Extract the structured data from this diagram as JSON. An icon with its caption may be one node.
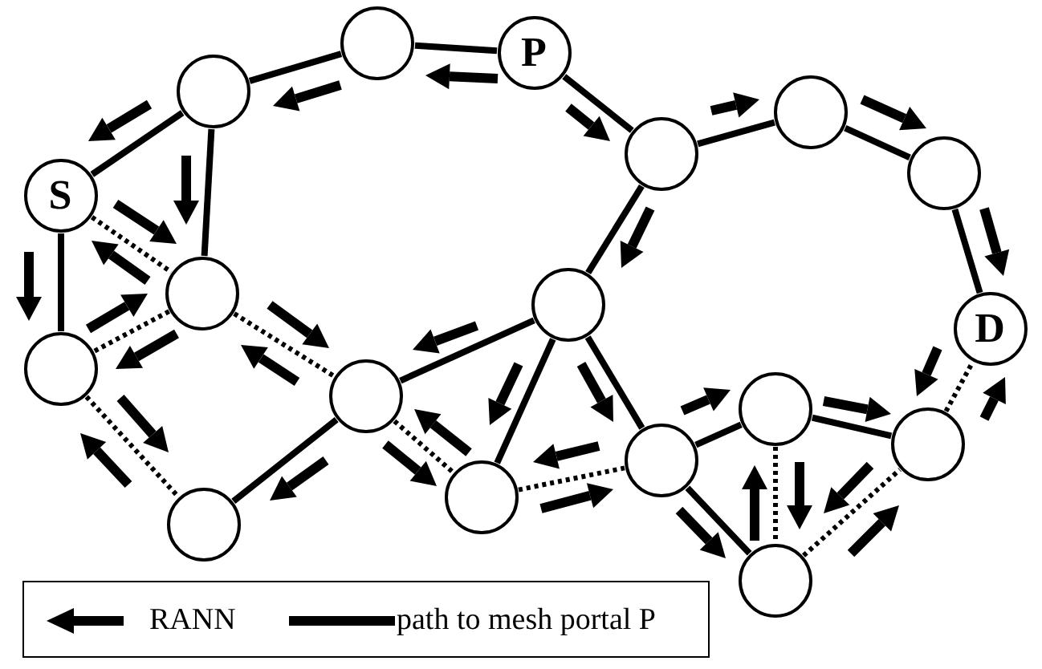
{
  "diagram": {
    "nodes": [
      {
        "text": [],
        "shape": "circle"
      },
      {
        "text": [
          "P"
        ]
      },
      {
        "text": [],
        "shape": "circle"
      },
      {
        "text": [],
        "shape": "circle"
      },
      {
        "text": [],
        "shape": "circle"
      },
      {
        "text": [],
        "shape": "circle"
      },
      {
        "text": [
          "S"
        ]
      },
      {
        "text": [],
        "shape": "circle"
      },
      {
        "text": [],
        "shape": "circle"
      },
      {
        "text": [
          "D"
        ]
      },
      {
        "text": [],
        "shape": "circle"
      },
      {
        "text": [],
        "shape": "circle"
      },
      {
        "text": [],
        "shape": "circle"
      },
      {
        "text": [],
        "shape": "circle"
      },
      {
        "text": [],
        "shape": "circle"
      },
      {
        "text": [],
        "shape": "circle"
      },
      {
        "text": [],
        "shape": "circle"
      },
      {
        "text": [],
        "shape": "circle"
      }
    ],
    "edges": [
      {
        "from": 0,
        "to": 1,
        "arrow": "none"
      },
      {
        "from": 0,
        "to": 2,
        "arrow": "none"
      },
      {
        "from": 2,
        "to": 6,
        "arrow": "none"
      },
      {
        "from": 2,
        "to": 7,
        "arrow": "none"
      },
      {
        "from": 1,
        "to": 4,
        "arrow": "none"
      },
      {
        "from": 4,
        "to": 3,
        "arrow": "none"
      },
      {
        "from": 3,
        "to": 5,
        "arrow": "none"
      },
      {
        "from": 5,
        "to": 9,
        "arrow": "none"
      },
      {
        "from": 4,
        "to": 8,
        "arrow": "none"
      },
      {
        "from": 8,
        "to": 11,
        "arrow": "none"
      },
      {
        "from": 11,
        "to": 16,
        "arrow": "none"
      },
      {
        "from": 8,
        "to": 15,
        "arrow": "none"
      },
      {
        "from": 8,
        "to": 14,
        "arrow": "none"
      },
      {
        "from": 6,
        "to": 10,
        "arrow": "none"
      },
      {
        "from": 14,
        "to": 12,
        "arrow": "none"
      },
      {
        "from": 12,
        "to": 13,
        "arrow": "none"
      },
      {
        "from": 14,
        "to": 17,
        "arrow": "none"
      },
      {
        "from": 6,
        "to": 7,
        "arrow": "none",
        "style": "dashed"
      },
      {
        "from": 7,
        "to": 10,
        "arrow": "none",
        "style": "dashed"
      },
      {
        "from": 7,
        "to": 11,
        "arrow": "none",
        "style": "dashed"
      },
      {
        "from": 10,
        "to": 16,
        "arrow": "none",
        "style": "dashed"
      },
      {
        "from": 11,
        "to": 15,
        "arrow": "none",
        "style": "dashed"
      },
      {
        "from": 15,
        "to": 14,
        "arrow": "none",
        "style": "dashed"
      },
      {
        "from": 12,
        "to": 17,
        "arrow": "none",
        "style": "dashed"
      },
      {
        "from": 17,
        "to": 13,
        "arrow": "none",
        "style": "dashed"
      },
      {
        "from": 13,
        "to": 9,
        "arrow": "none",
        "style": "dashed"
      }
    ],
    "legend": [
      {
        "text": "RANN"
      },
      {
        "text": "path to mesh portal P"
      }
    ]
  }
}
